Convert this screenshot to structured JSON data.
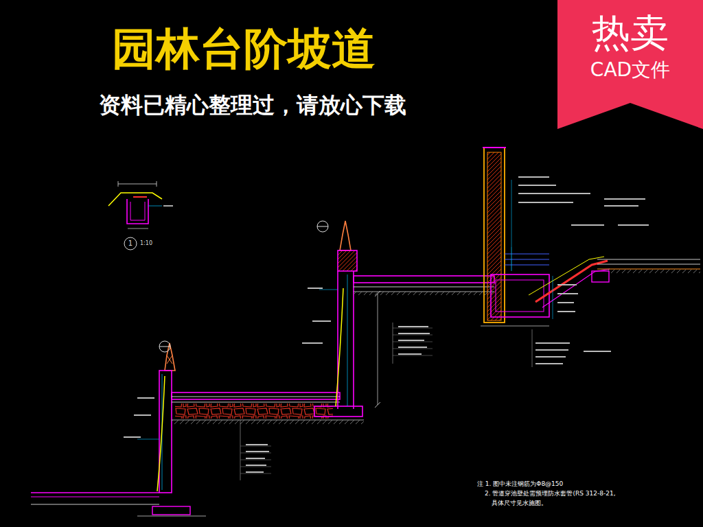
{
  "diagram": {
    "title": "园林台阶坡道",
    "nodes": [
      {
        "text": [
          "热卖",
          "CAD文件"
        ]
      }
    ],
    "labels": [
      "资料已精心整理过，请放心下载",
      "1",
      "1:10",
      "注 1. 图中未注钢筋为Φ8@150",
      "2. 管道穿池壁处需预埋防水套管(RS 312-8-21,",
      "具体尺寸见水施图。"
    ]
  }
}
